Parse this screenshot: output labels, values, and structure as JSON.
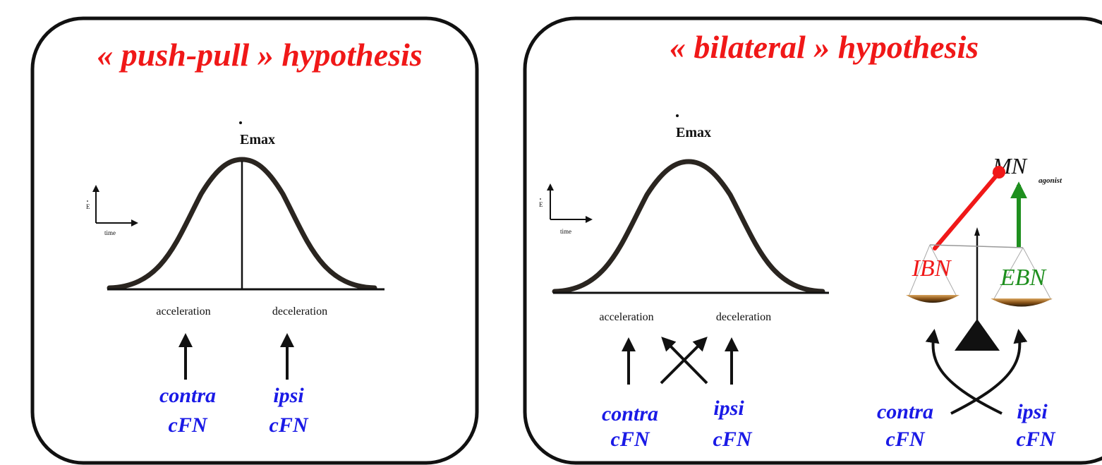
{
  "colors": {
    "title_red": "#f01818",
    "label_blue": "#1a1ae6",
    "ebn_green": "#1e8f1e",
    "ink": "#111111",
    "scale_pan": "#7a4a1a"
  },
  "left_panel": {
    "title": "« push-pull » hypothesis",
    "peak_label": "Emax",
    "y_axis_label": "E",
    "x_axis_label": "time",
    "phase_1": "acceleration",
    "phase_2": "deceleration",
    "input_1": {
      "line1": "contra",
      "line2": "cFN"
    },
    "input_2": {
      "line1": "ipsi",
      "line2": "cFN"
    }
  },
  "right_panel": {
    "title": "« bilateral » hypothesis",
    "peak_label": "Emax",
    "y_axis_label": "E",
    "x_axis_label": "time",
    "phase_1": "acceleration",
    "phase_2": "deceleration",
    "input_1": {
      "line1": "contra",
      "line2": "cFN"
    },
    "input_2": {
      "line1": "ipsi",
      "line2": "cFN"
    },
    "balance": {
      "target": "MN",
      "target_sub": "agonist",
      "left_pan": "IBN",
      "right_pan": "EBN",
      "input_1": {
        "line1": "contra",
        "line2": "cFN"
      },
      "input_2": {
        "line1": "ipsi",
        "line2": "cFN"
      }
    }
  }
}
